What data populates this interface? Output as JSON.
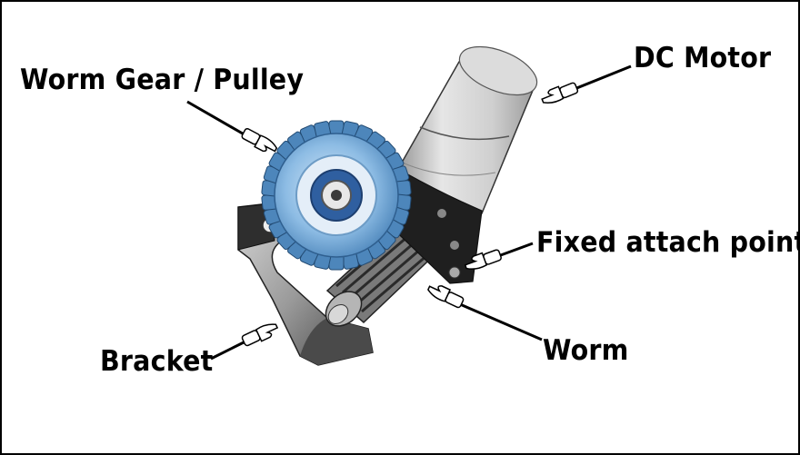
{
  "labels": {
    "worm_gear": "Worm Gear / Pulley",
    "dc_motor": "DC Motor",
    "fixed_attach": "Fixed attach point",
    "worm": "Worm",
    "bracket": "Bracket"
  },
  "colors": {
    "gear": "#6aa4d6",
    "gear_dark": "#3f78ad",
    "motor": "#c9c9c9",
    "metal_dark": "#3b3b3b",
    "label": "#000000"
  }
}
